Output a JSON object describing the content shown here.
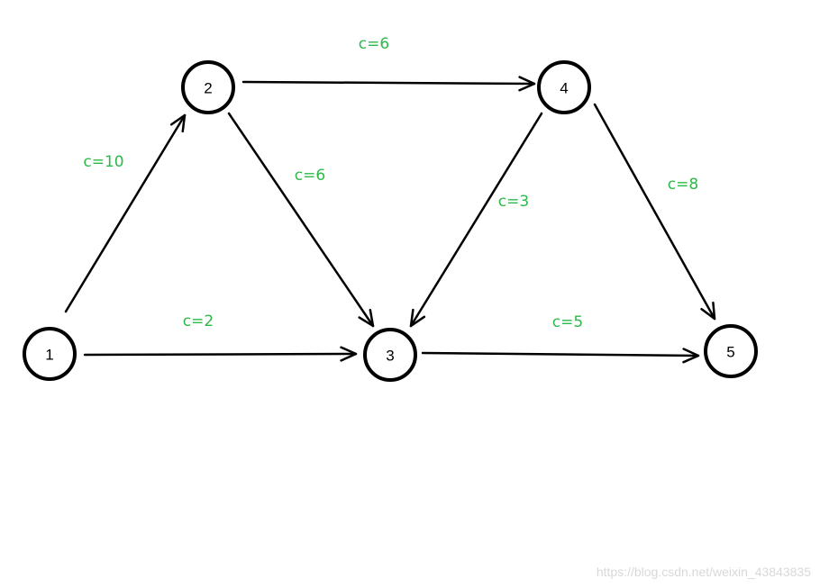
{
  "diagram": {
    "label_color": "#2eb84a",
    "nodes": [
      {
        "id": "1",
        "label": "1"
      },
      {
        "id": "2",
        "label": "2"
      },
      {
        "id": "3",
        "label": "3"
      },
      {
        "id": "4",
        "label": "4"
      },
      {
        "id": "5",
        "label": "5"
      }
    ],
    "edges": [
      {
        "from": "1",
        "to": "2",
        "label": "c=10"
      },
      {
        "from": "1",
        "to": "3",
        "label": "c=2"
      },
      {
        "from": "2",
        "to": "4",
        "label": "c=6"
      },
      {
        "from": "2",
        "to": "3",
        "label": "c=6"
      },
      {
        "from": "4",
        "to": "3",
        "label": "c=3"
      },
      {
        "from": "4",
        "to": "5",
        "label": "c=8"
      },
      {
        "from": "3",
        "to": "5",
        "label": "c=5"
      }
    ]
  },
  "watermark": "https://blog.csdn.net/weixin_43843835"
}
